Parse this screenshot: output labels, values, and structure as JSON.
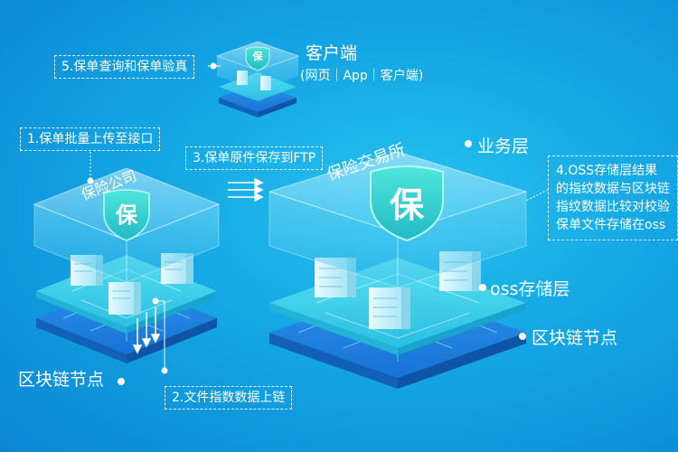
{
  "client": {
    "title": "客户端",
    "subtitle": "(网页｜App｜客户端)",
    "step5": "5.保单查询和保单验真",
    "shield": "保"
  },
  "insurer": {
    "label": "保险公司",
    "shield": "保",
    "step1": "1.保单批量上传至接口",
    "step2": "2.文件指数数据上链",
    "chain_label": "区块链节点"
  },
  "exchange": {
    "label": "保险交易所",
    "shield": "保",
    "step3": "3.保单原件保存到FTP",
    "step4": "4.OSS存储层结果的指纹数据与区块链指纹数据比较对校验保单文件存储在oss",
    "layer_business": "业务层",
    "layer_oss": "oss存储层",
    "layer_chain": "区块链节点"
  },
  "colors": {
    "bg": "#14a6e4",
    "glass": "#aeeafb",
    "shield": "#36d3cf",
    "chain": "#1c7fe0"
  }
}
